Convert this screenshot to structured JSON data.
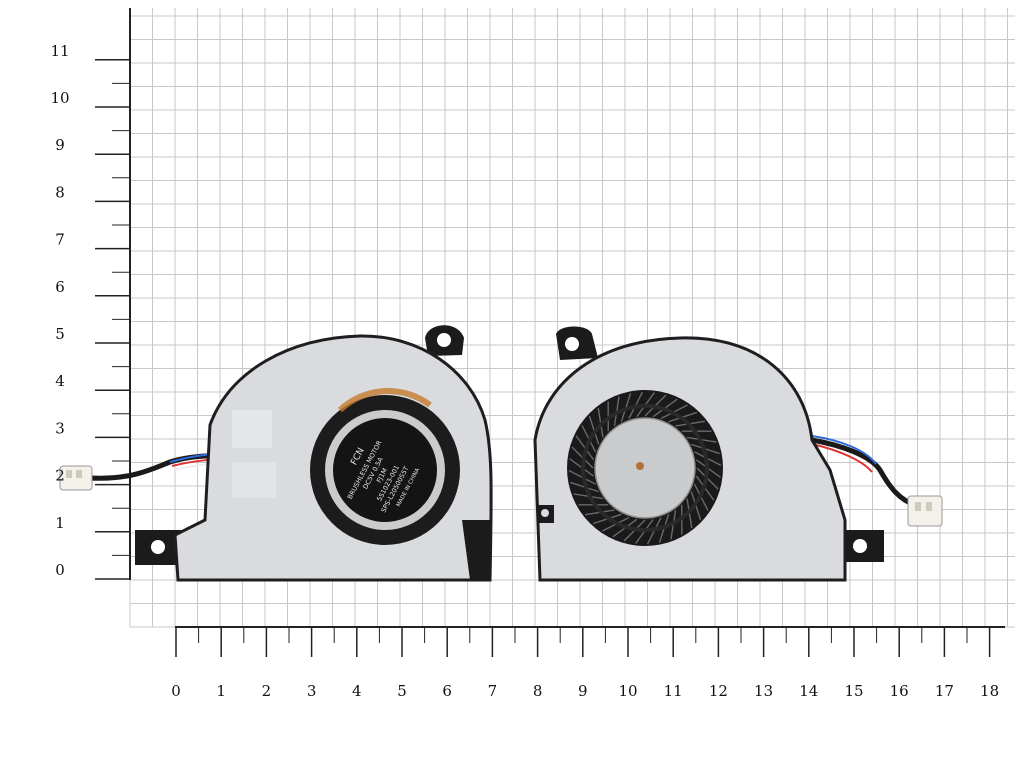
{
  "ruler": {
    "x_labels": [
      "0",
      "1",
      "2",
      "3",
      "4",
      "5",
      "6",
      "7",
      "8",
      "9",
      "10",
      "11",
      "12",
      "13",
      "14",
      "15",
      "16",
      "17",
      "18"
    ],
    "y_labels": [
      "0",
      "1",
      "2",
      "3",
      "4",
      "5",
      "6",
      "7",
      "8",
      "9",
      "10",
      "11"
    ]
  },
  "fan_label": {
    "brand": "FCN",
    "line1": "BRUSHLESS MOTOR",
    "line2": "DC5V 0.5A",
    "line3": "FJ1M",
    "line4": "5S1023-001",
    "line5": "SPS-L20500S5T",
    "made_in": "MADE IN CHINA"
  },
  "colors": {
    "grid_line": "#c8c8c8",
    "axis_line": "#222222",
    "fan_body": "#d9dbde",
    "fan_body_dark": "#b9bcc0",
    "hub": "#c9cbcd",
    "sticker": "#141414"
  }
}
